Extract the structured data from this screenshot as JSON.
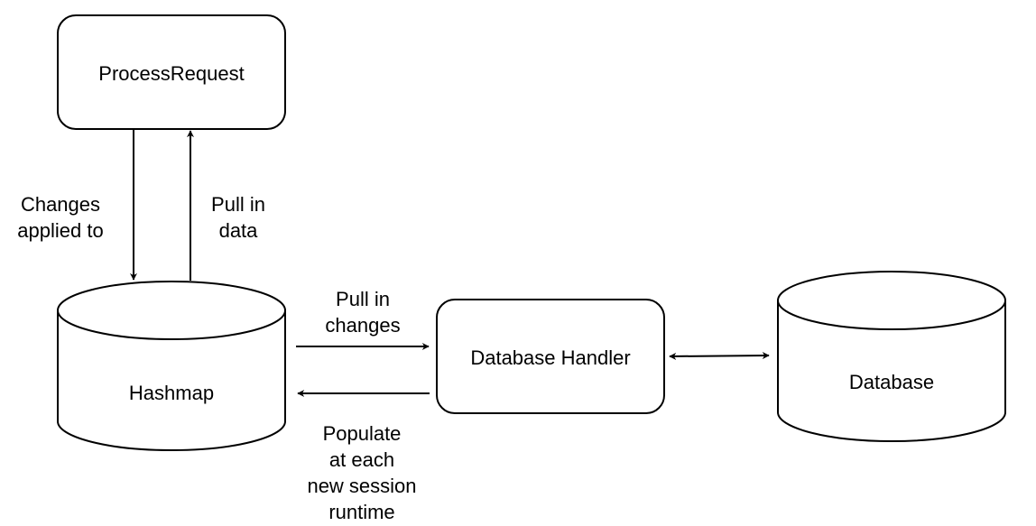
{
  "nodes": {
    "process_request": "ProcessRequest",
    "hashmap": "Hashmap",
    "database_handler": "Database Handler",
    "database": "Database"
  },
  "edges": {
    "changes_applied_to": "Changes\napplied to",
    "pull_in_data": "Pull in\ndata",
    "pull_in_changes": "Pull in\nchanges",
    "populate": "Populate\nat each\nnew session\nruntime"
  },
  "colors": {
    "stroke": "#000000",
    "fill": "#ffffff"
  }
}
